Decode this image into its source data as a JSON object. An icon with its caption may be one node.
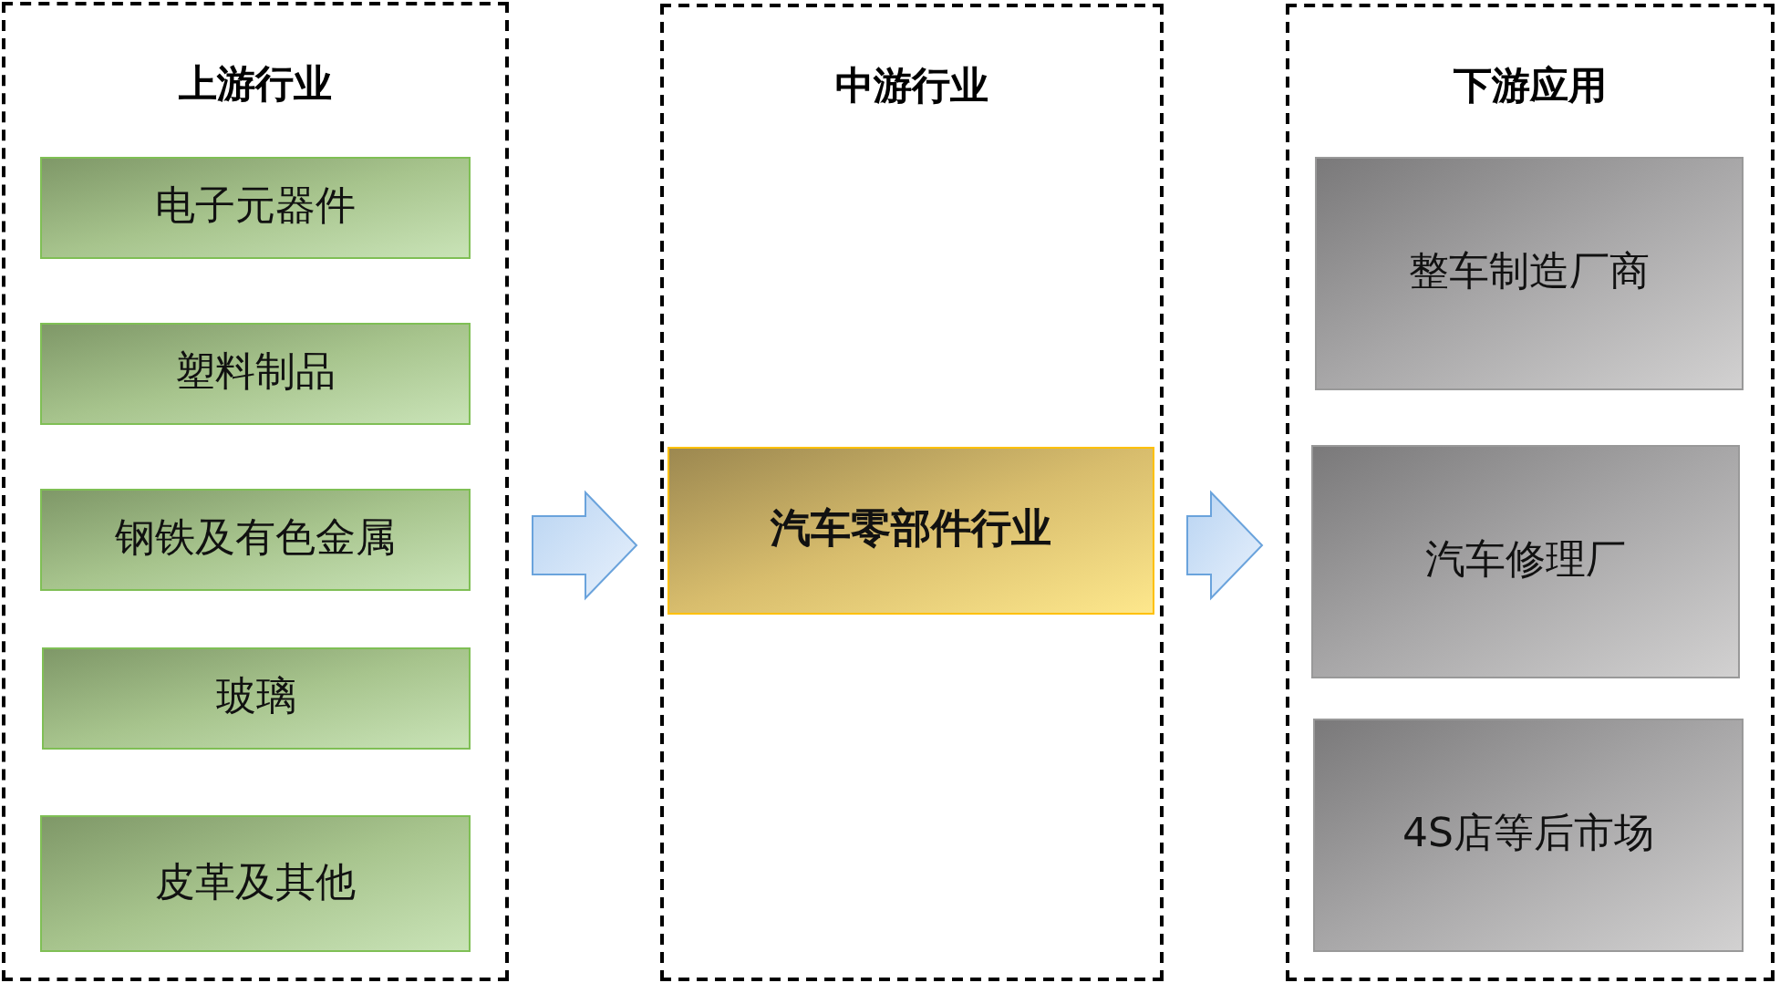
{
  "diagram": {
    "nodes": [
      {
        "text": [
          "上游行业"
        ]
      },
      {
        "text": [
          "电子元器件"
        ],
        "in": 0
      },
      {
        "text": [
          "塑料制品"
        ],
        "in": 0
      },
      {
        "text": [
          "钢铁及有色金属"
        ],
        "in": 0
      },
      {
        "text": [
          "玻璃"
        ],
        "in": 0
      },
      {
        "text": [
          "皮革及其他"
        ],
        "in": 0
      },
      {
        "text": [
          "中游行业"
        ]
      },
      {
        "text": [
          "汽车零部件行业"
        ],
        "in": 6
      },
      {
        "text": [
          "下游应用"
        ]
      },
      {
        "text": [
          "整车制造厂商"
        ],
        "in": 8
      },
      {
        "text": [
          "汽车修理厂"
        ],
        "in": 8
      },
      {
        "text": [
          "4S店等后市场"
        ],
        "in": 8
      }
    ],
    "edges": [
      {
        "from": 0,
        "to": 6,
        "arrow": "to"
      },
      {
        "from": 6,
        "to": 8,
        "arrow": "to"
      }
    ]
  }
}
